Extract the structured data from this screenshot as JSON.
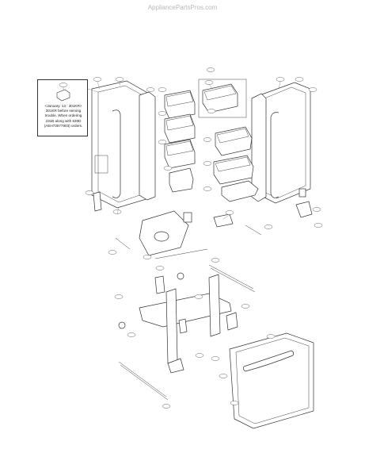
{
  "watermark": "AppliancePartsPros.com",
  "note": {
    "lines": [
      "<January. 13 : 301KR>",
      "301KR before serving",
      "trouble. When ordering",
      "231B along with 630D",
      "(AEH73577903) orders."
    ]
  }
}
